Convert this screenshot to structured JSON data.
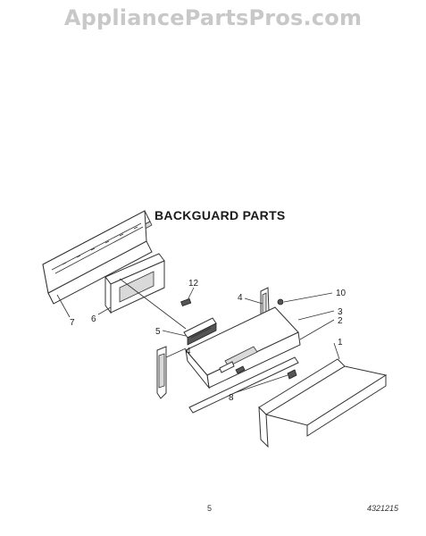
{
  "watermark": "AppliancePartsPros.com",
  "heading": "BACKGUARD PARTS",
  "callouts": [
    "1",
    "2",
    "3",
    "4",
    "4",
    "5",
    "6",
    "7",
    "8",
    "10",
    "12"
  ],
  "footer": {
    "page_number": "5",
    "doc_code": "4321215"
  }
}
